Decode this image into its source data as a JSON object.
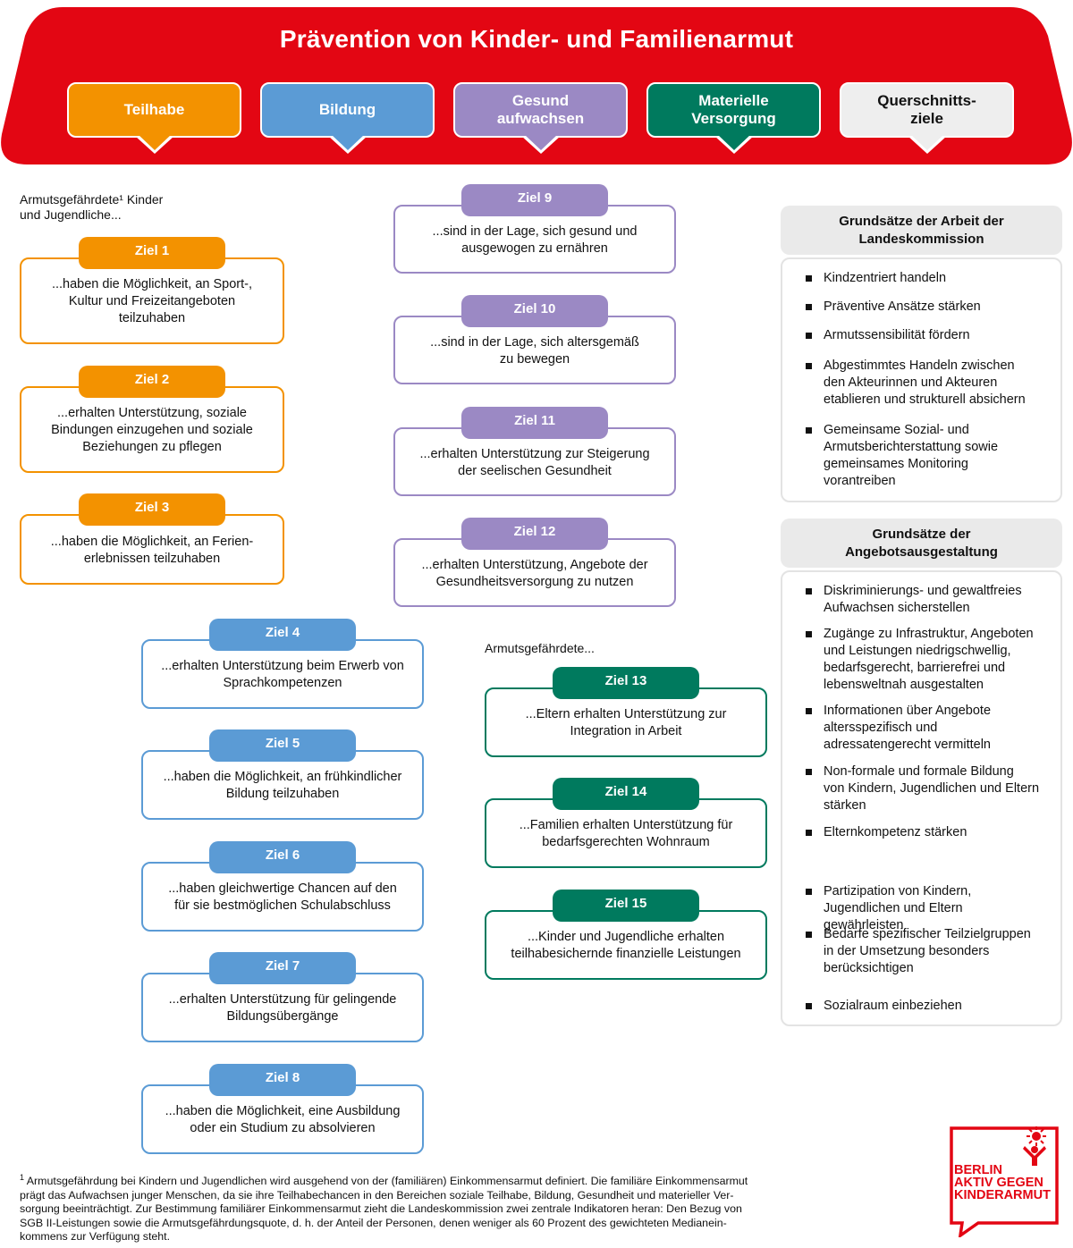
{
  "header": {
    "title": "Prävention von Kinder- und Familienarmut",
    "color": "#e30613"
  },
  "categories": [
    {
      "label": "Teilhabe",
      "color": "#f39200",
      "text_color": "#ffffff"
    },
    {
      "label": "Bildung",
      "color": "#5b9bd5",
      "text_color": "#ffffff"
    },
    {
      "label": "Gesund\naufwachsen",
      "color": "#9b89c4",
      "text_color": "#ffffff"
    },
    {
      "label": "Materielle\nVersorgung",
      "color": "#007a5e",
      "text_color": "#ffffff"
    },
    {
      "label": "Querschnitts-\nziele",
      "color": "#eeeeee",
      "text_color": "#111111"
    }
  ],
  "intro_children": "Armutsgefährdete¹ Kinder\nund Jugendliche...",
  "intro_parents": "Armutsgefährdete...",
  "goals": [
    {
      "label": "Ziel 1",
      "text": "...haben die Möglichkeit, an Sport-,\nKultur und Freizeitangeboten\nteilzuhaben",
      "category": "Teilhabe"
    },
    {
      "label": "Ziel 2",
      "text": "...erhalten Unterstützung, soziale\nBindungen einzugehen und soziale\nBeziehungen zu pflegen",
      "category": "Teilhabe"
    },
    {
      "label": "Ziel 3",
      "text": "...haben die Möglichkeit, an Ferien-\nerlebnissen teilzuhaben",
      "category": "Teilhabe"
    },
    {
      "label": "Ziel 4",
      "text": "...erhalten Unterstützung beim Erwerb von\nSprachkompetenzen",
      "category": "Bildung"
    },
    {
      "label": "Ziel 5",
      "text": "...haben die Möglichkeit, an frühkindlicher\nBildung teilzuhaben",
      "category": "Bildung"
    },
    {
      "label": "Ziel 6",
      "text": "...haben gleichwertige Chancen auf den\nfür sie bestmöglichen Schulabschluss",
      "category": "Bildung"
    },
    {
      "label": "Ziel 7",
      "text": "...erhalten Unterstützung für gelingende\nBildungsübergänge",
      "category": "Bildung"
    },
    {
      "label": "Ziel 8",
      "text": "...haben die Möglichkeit, eine Ausbildung\noder ein Studium zu absolvieren",
      "category": "Bildung"
    },
    {
      "label": "Ziel 9",
      "text": "...sind in der Lage, sich gesund und\nausgewogen zu ernähren",
      "category": "Gesund aufwachsen"
    },
    {
      "label": "Ziel 10",
      "text": "...sind in der Lage, sich altersgemäß\nzu bewegen",
      "category": "Gesund aufwachsen"
    },
    {
      "label": "Ziel 11",
      "text": "...erhalten Unterstützung zur Steigerung\nder seelischen Gesundheit",
      "category": "Gesund aufwachsen"
    },
    {
      "label": "Ziel 12",
      "text": "...erhalten Unterstützung, Angebote der\nGesundheitsversorgung zu nutzen",
      "category": "Gesund aufwachsen"
    },
    {
      "label": "Ziel 13",
      "text": "...Eltern erhalten Unterstützung zur\nIntegration in Arbeit",
      "category": "Materielle Versorgung"
    },
    {
      "label": "Ziel 14",
      "text": "...Familien erhalten Unterstützung für\nbedarfsgerechten Wohnraum",
      "category": "Materielle Versorgung"
    },
    {
      "label": "Ziel 15",
      "text": "...Kinder und Jugendliche erhalten\nteilhabesichernde finanzielle Leistungen",
      "category": "Materielle Versorgung"
    }
  ],
  "principles_work": {
    "title": "Grundsätze der Arbeit der\nLandeskommission",
    "items": [
      "Kindzentriert handeln",
      "Präventive Ansätze stärken",
      "Armutssensibilität fördern",
      "Abgestimmtes Handeln zwischen\nden Akteurinnen und Akteuren\netablieren und strukturell absichern",
      "Gemeinsame Sozial- und\nArmutsberichterstattung sowie\ngemeinsames Monitoring\nvorantreiben"
    ]
  },
  "principles_offer": {
    "title": "Grundsätze der\nAngebotsausgestaltung",
    "items": [
      "Diskriminierungs- und gewaltfreies\nAufwachsen sicherstellen",
      "Zugänge zu Infrastruktur, Angeboten\nund Leistungen niedrigschwellig,\nbedarfsgerecht, barrierefrei und\nlebensweltnah ausgestalten",
      "Informationen über Angebote\naltersspezifisch und\nadressatengerecht vermitteln",
      "Non-formale und formale Bildung\nvon Kindern, Jugendlichen und Eltern\nstärken",
      "Elternkompetenz stärken",
      "Partizipation von Kindern,\nJugendlichen und Eltern\ngewährleisten",
      "Bedarfe spezifischer Teilzielgruppen\nin der Umsetzung besonders\nberücksichtigen",
      "Sozialraum einbeziehen"
    ]
  },
  "footnote": {
    "marker": "1",
    "text": " Armutsgefährdung bei Kindern und Jugendlichen wird ausgehend von der (familiären) Einkommensarmut definiert. Die familiäre Einkommensarmut\nprägt das Aufwachsen junger Menschen, da sie ihre Teilhabechancen in den Bereichen soziale Teilhabe, Bildung, Gesundheit und materieller Ver-\nsorgung beeinträchtigt. Zur Bestimmung familiärer Einkommensarmut zieht die Landeskommission zwei zentrale Indikatoren heran: Den Bezug von\nSGB II-Leistungen sowie die Armutsgefährdungsquote, d. h. der Anteil der Personen, denen weniger als 60 Prozent des gewichteten Medianein-\nkommens zur Verfügung steht."
  },
  "logo": {
    "text": "BERLIN\nAKTIV GEGEN\nKINDERARMUT",
    "color": "#e30613"
  }
}
